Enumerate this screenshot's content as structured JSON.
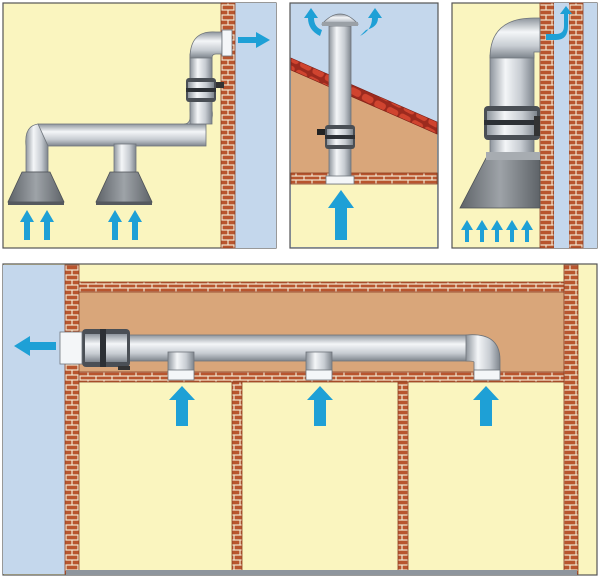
{
  "colors": {
    "wall_fill": "#faf5bf",
    "ceiling_void": "#d9a67a",
    "outside_sky": "#c4d7ec",
    "brick": "#b8552e",
    "mortar": "#f2e6d0",
    "duct_light": "#eef1f4",
    "duct_mid": "#c7ccd2",
    "duct_dark": "#8e959d",
    "hood_grey": "#7b7f84",
    "fan_dark": "#4a4f55",
    "roof_tile": "#c0392b",
    "roof_under": "#d9a67a",
    "flow_arrow": "#1ea0d6",
    "panel_border": "#555555"
  },
  "panels": [
    {
      "id": "two-hoods-through-wall",
      "intake_arrows": 4,
      "exhaust": "side"
    },
    {
      "id": "roof-stack",
      "intake_arrows": 1,
      "exhaust": "top-cap"
    },
    {
      "id": "single-hood-wall",
      "intake_arrows": 5,
      "exhaust": "top-bend"
    },
    {
      "id": "ceiling-duct-three-rooms",
      "intake_arrows": 3,
      "exhaust": "side"
    }
  ],
  "icons": [
    "flow-arrow",
    "exhaust-hood",
    "inline-duct-fan",
    "roof-cap",
    "wall-grille"
  ]
}
